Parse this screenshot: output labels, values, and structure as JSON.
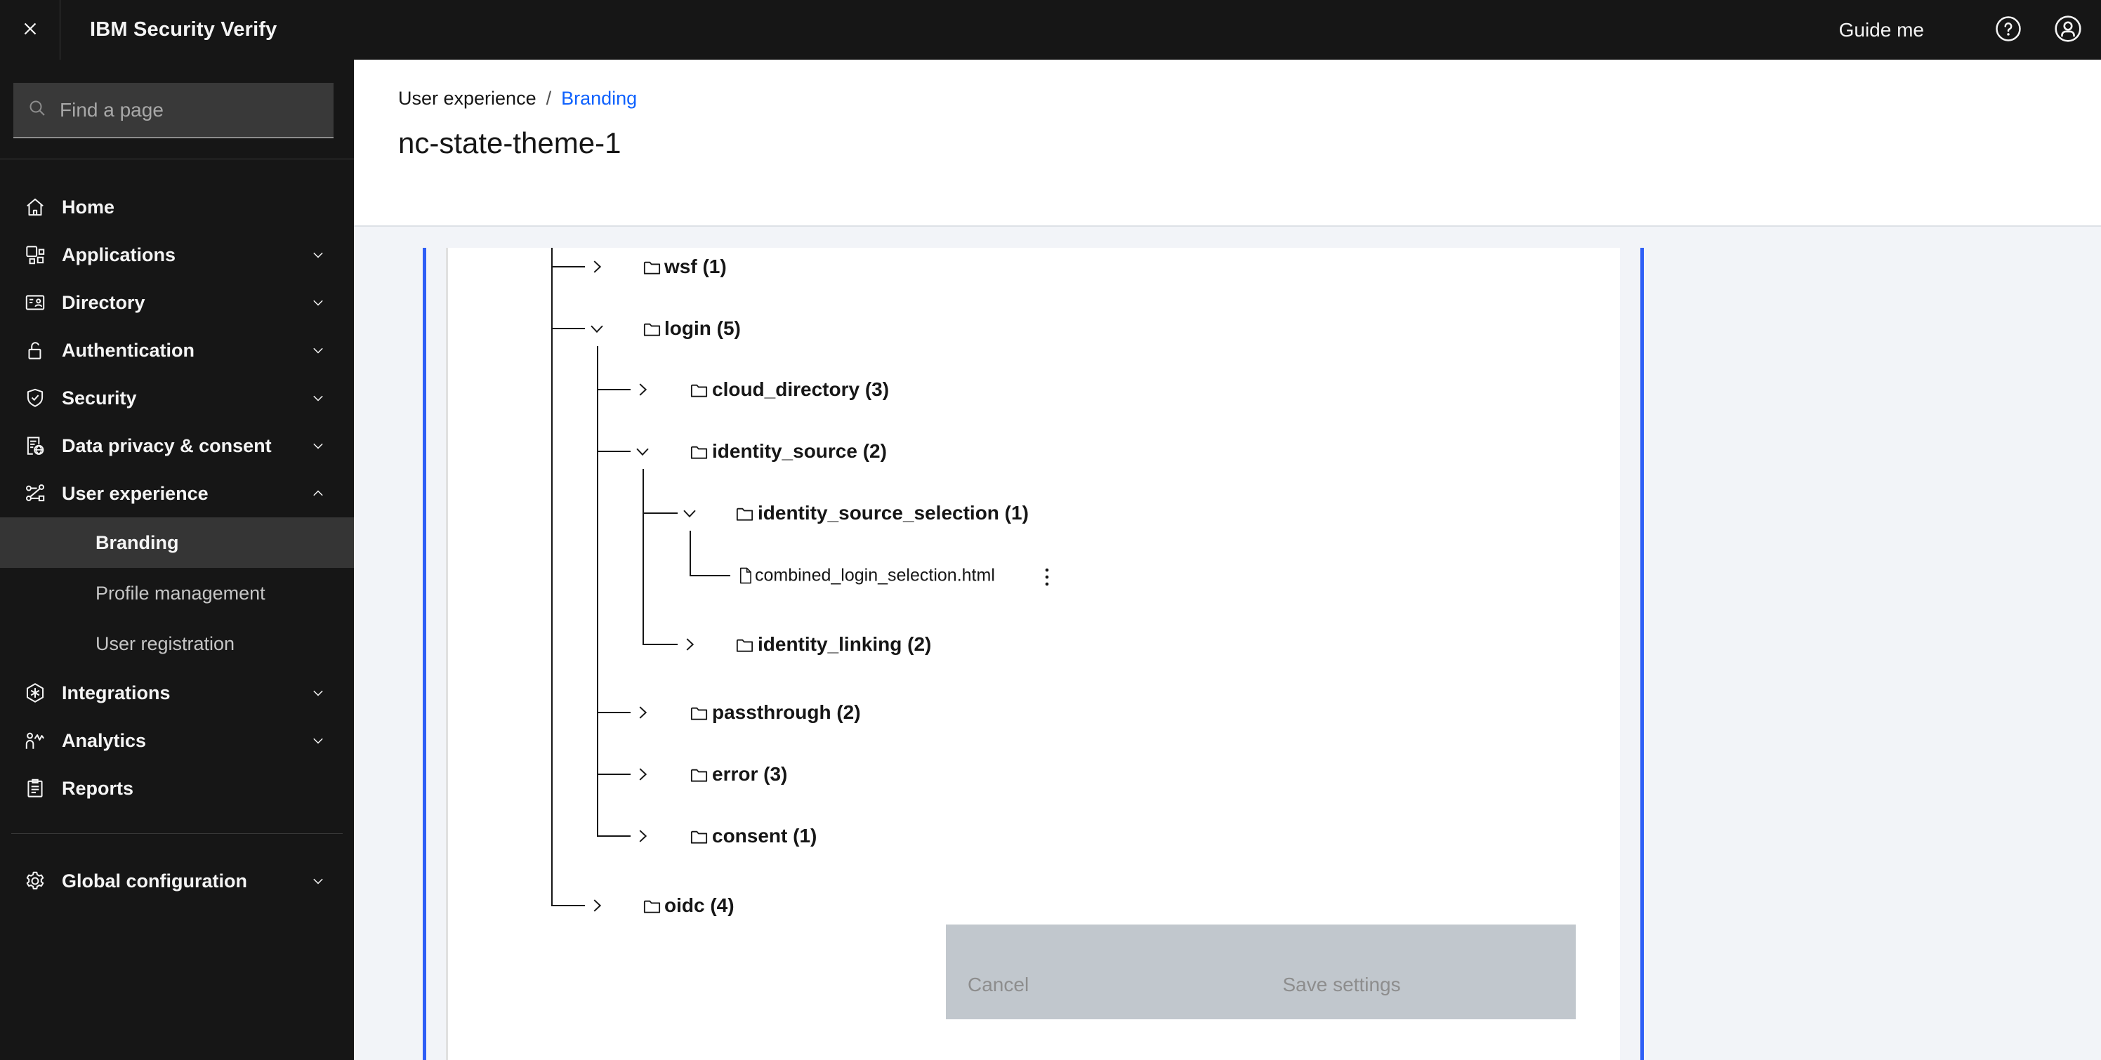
{
  "topbar": {
    "title": "IBM Security Verify",
    "guide_label": "Guide me"
  },
  "sidebar": {
    "search_placeholder": "Find a page",
    "items": [
      {
        "label": "Home",
        "icon": "home",
        "chevron": null
      },
      {
        "label": "Applications",
        "icon": "apps",
        "chevron": "down"
      },
      {
        "label": "Directory",
        "icon": "directory",
        "chevron": "down"
      },
      {
        "label": "Authentication",
        "icon": "unlock",
        "chevron": "down"
      },
      {
        "label": "Security",
        "icon": "shield",
        "chevron": "down"
      },
      {
        "label": "Data privacy & consent",
        "icon": "privacy",
        "chevron": "down"
      },
      {
        "label": "User experience",
        "icon": "ux",
        "chevron": "up",
        "children": [
          {
            "label": "Branding",
            "selected": true
          },
          {
            "label": "Profile management",
            "selected": false
          },
          {
            "label": "User registration",
            "selected": false
          }
        ]
      },
      {
        "label": "Integrations",
        "icon": "integrations",
        "chevron": "down"
      },
      {
        "label": "Analytics",
        "icon": "analytics",
        "chevron": "down"
      },
      {
        "label": "Reports",
        "icon": "reports",
        "chevron": null
      },
      {
        "divider": true
      },
      {
        "label": "Global configuration",
        "icon": "gear",
        "chevron": "down"
      }
    ]
  },
  "breadcrumb": {
    "parent": "User experience",
    "separator": "/",
    "current": "Branding"
  },
  "page": {
    "title": "nc-state-theme-1"
  },
  "tree": {
    "items": [
      {
        "label": "wsf (1)",
        "type": "folder",
        "depth": 0,
        "state": "collapsed"
      },
      {
        "label": "login (5)",
        "type": "folder",
        "depth": 0,
        "state": "expanded"
      },
      {
        "label": "cloud_directory (3)",
        "type": "folder",
        "depth": 1,
        "state": "collapsed"
      },
      {
        "label": "identity_source (2)",
        "type": "folder",
        "depth": 1,
        "state": "expanded"
      },
      {
        "label": "identity_source_selection (1)",
        "type": "folder",
        "depth": 2,
        "state": "expanded"
      },
      {
        "label": "combined_login_selection.html",
        "type": "file",
        "depth": 3,
        "menu": true
      },
      {
        "label": "identity_linking (2)",
        "type": "folder",
        "depth": 2,
        "state": "collapsed"
      },
      {
        "label": "passthrough (2)",
        "type": "folder",
        "depth": 1,
        "state": "collapsed"
      },
      {
        "label": "error (3)",
        "type": "folder",
        "depth": 1,
        "state": "collapsed"
      },
      {
        "label": "consent (1)",
        "type": "folder",
        "depth": 1,
        "state": "collapsed"
      },
      {
        "label": "oidc (4)",
        "type": "folder",
        "depth": 0,
        "state": "collapsed"
      }
    ]
  },
  "actions": {
    "cancel_label": "Cancel",
    "save_label": "Save settings",
    "disabled": true
  },
  "colors": {
    "accent_blue": "#2e5ef6",
    "link_blue": "#0f62fe",
    "disabled_bg": "#c1c7cd",
    "disabled_text": "#8d8d8d",
    "topbar_bg": "#161616"
  }
}
